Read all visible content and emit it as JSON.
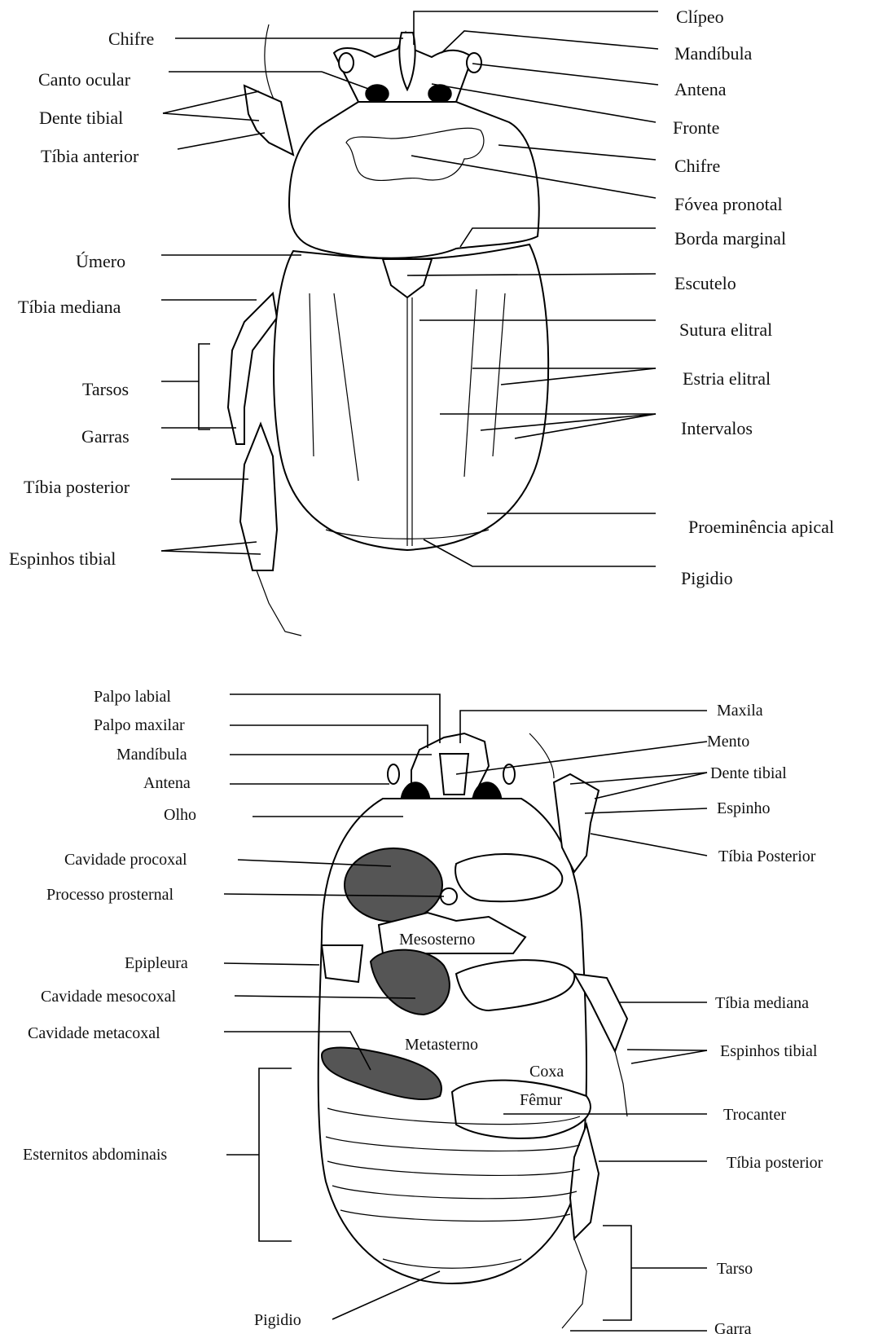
{
  "dorsal": {
    "left_labels": [
      "Chifre",
      "Canto ocular",
      "Dente tibial",
      "Tíbia anterior",
      "Úmero",
      "Tíbia mediana",
      "Tarsos",
      "Garras",
      "Tíbia posterior",
      "Espinhos tibial"
    ],
    "right_labels": [
      "Clípeo",
      "Mandíbula",
      "Antena",
      "Fronte",
      "Chifre",
      "Fóvea pronotal",
      "Borda marginal",
      "Escutelo",
      "Sutura elitral",
      "Estria elitral",
      "Intervalos",
      "Proeminência apical",
      "Pigidio"
    ]
  },
  "ventral": {
    "left_labels": [
      "Palpo labial",
      "Palpo maxilar",
      "Mandíbula",
      "Antena",
      "Olho",
      "Cavidade procoxal",
      "Processo prosternal",
      "Epipleura",
      "Cavidade mesocoxal",
      "Cavidade metacoxal",
      "Esternitos abdominais",
      "Pigidio"
    ],
    "right_labels": [
      "Maxila",
      "Mento",
      "Dente tibial",
      "Espinho",
      "Tíbia Posterior",
      "Tíbia mediana",
      "Espinhos tibial",
      "Trocanter",
      "Tíbia posterior",
      "Tarso",
      "Garra"
    ],
    "inner_labels": [
      "Mesosterno",
      "Metasterno",
      "Coxa",
      "Fêmur"
    ]
  }
}
